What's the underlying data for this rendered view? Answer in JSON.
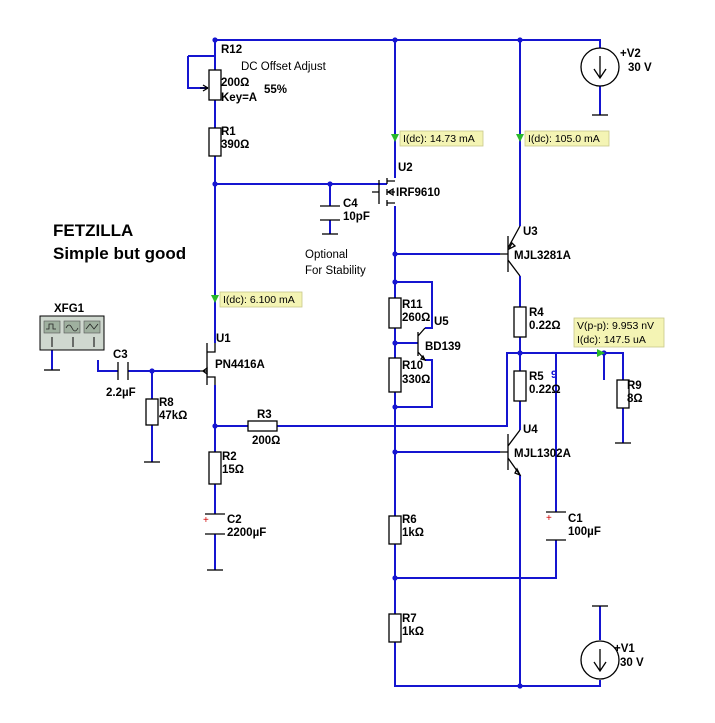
{
  "title": {
    "line1": "FETZILLA",
    "line2": "Simple but good"
  },
  "note": {
    "line1": "Optional",
    "line2": "For Stability"
  },
  "components": {
    "R12": {
      "ref": "R12",
      "value": "200Ω",
      "key": "Key=A",
      "desc": "DC Offset Adjust",
      "pct": "55%"
    },
    "R1": {
      "ref": "R1",
      "value": "390Ω"
    },
    "R2": {
      "ref": "R2",
      "value": "15Ω"
    },
    "R3": {
      "ref": "R3",
      "value": "200Ω"
    },
    "R4": {
      "ref": "R4",
      "value": "0.22Ω"
    },
    "R5": {
      "ref": "R5",
      "value": "0.22Ω"
    },
    "R6": {
      "ref": "R6",
      "value": "1kΩ"
    },
    "R7": {
      "ref": "R7",
      "value": "1kΩ"
    },
    "R8": {
      "ref": "R8",
      "value": "47kΩ"
    },
    "R9": {
      "ref": "R9",
      "value": "8Ω"
    },
    "R10": {
      "ref": "R10",
      "value": "330Ω"
    },
    "R11": {
      "ref": "R11",
      "value": "260Ω"
    },
    "C1": {
      "ref": "C1",
      "value": "100µF"
    },
    "C2": {
      "ref": "C2",
      "value": "2200µF"
    },
    "C3": {
      "ref": "C3",
      "value": "2.2µF"
    },
    "C4": {
      "ref": "C4",
      "value": "10pF"
    },
    "U1": {
      "ref": "U1",
      "part": "PN4416A"
    },
    "U2": {
      "ref": "U2",
      "part": "IRF9610"
    },
    "U3": {
      "ref": "U3",
      "part": "MJL3281A"
    },
    "U4": {
      "ref": "U4",
      "part": "MJL1302A"
    },
    "U5": {
      "ref": "U5",
      "part": "BD139"
    },
    "V1": {
      "ref": "V1",
      "value": "30 V",
      "sign": "+V1"
    },
    "V2": {
      "ref": "V2",
      "value": "30 V",
      "sign": "+V2"
    },
    "XFG1": {
      "ref": "XFG1"
    }
  },
  "net_label": "9",
  "probes": {
    "p1": {
      "line1": "I(dc): 14.73 mA"
    },
    "p2": {
      "line1": "I(dc): 105.0 mA"
    },
    "p3": {
      "line1": "I(dc): 6.100 mA"
    },
    "p4": {
      "line1": "V(p-p): 9.953 nV",
      "line2": "I(dc): 147.5 uA"
    }
  },
  "colors": {
    "wire": "#1515d0",
    "probe_bg": "#f4f4b4",
    "probe_arrow": "#2ab82a",
    "polarity": "#d00000"
  }
}
